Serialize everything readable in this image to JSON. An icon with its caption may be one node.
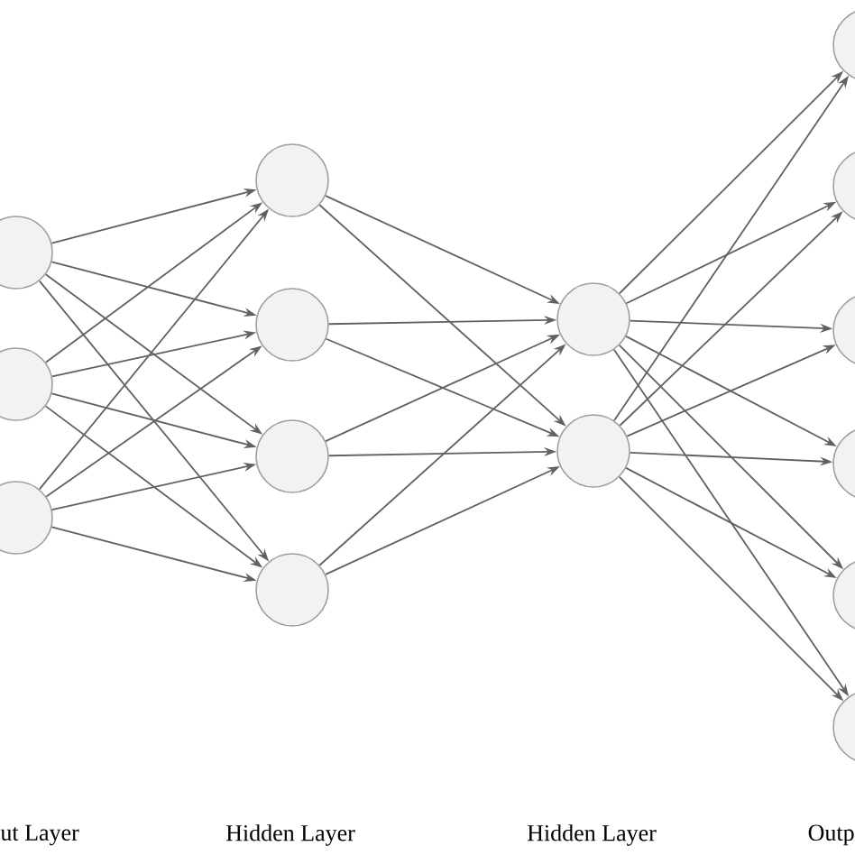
{
  "diagram": {
    "nodes": [
      {
        "text": [],
        "shape": "circle"
      },
      {
        "text": [],
        "shape": "circle"
      },
      {
        "text": [],
        "shape": "circle"
      },
      {
        "text": [],
        "shape": "circle"
      },
      {
        "text": [],
        "shape": "circle"
      },
      {
        "text": [],
        "shape": "circle"
      },
      {
        "text": [],
        "shape": "circle"
      },
      {
        "text": [],
        "shape": "circle"
      },
      {
        "text": [],
        "shape": "circle"
      },
      {
        "text": [],
        "shape": "circle"
      },
      {
        "text": [],
        "shape": "circle"
      },
      {
        "text": [],
        "shape": "circle"
      },
      {
        "text": [],
        "shape": "circle"
      },
      {
        "text": [],
        "shape": "circle"
      },
      {
        "text": [],
        "shape": "circle"
      }
    ],
    "edges": [
      {
        "from": 0,
        "to": 3,
        "arrow": "to"
      },
      {
        "from": 0,
        "to": 4,
        "arrow": "to"
      },
      {
        "from": 0,
        "to": 5,
        "arrow": "to"
      },
      {
        "from": 0,
        "to": 6,
        "arrow": "to"
      },
      {
        "from": 1,
        "to": 3,
        "arrow": "to"
      },
      {
        "from": 1,
        "to": 4,
        "arrow": "to"
      },
      {
        "from": 1,
        "to": 5,
        "arrow": "to"
      },
      {
        "from": 1,
        "to": 6,
        "arrow": "to"
      },
      {
        "from": 2,
        "to": 3,
        "arrow": "to"
      },
      {
        "from": 2,
        "to": 4,
        "arrow": "to"
      },
      {
        "from": 2,
        "to": 5,
        "arrow": "to"
      },
      {
        "from": 2,
        "to": 6,
        "arrow": "to"
      },
      {
        "from": 3,
        "to": 7,
        "arrow": "to"
      },
      {
        "from": 3,
        "to": 8,
        "arrow": "to"
      },
      {
        "from": 4,
        "to": 7,
        "arrow": "to"
      },
      {
        "from": 4,
        "to": 8,
        "arrow": "to"
      },
      {
        "from": 5,
        "to": 7,
        "arrow": "to"
      },
      {
        "from": 5,
        "to": 8,
        "arrow": "to"
      },
      {
        "from": 6,
        "to": 7,
        "arrow": "to"
      },
      {
        "from": 6,
        "to": 8,
        "arrow": "to"
      },
      {
        "from": 7,
        "to": 9,
        "arrow": "to"
      },
      {
        "from": 7,
        "to": 10,
        "arrow": "to"
      },
      {
        "from": 7,
        "to": 11,
        "arrow": "to"
      },
      {
        "from": 7,
        "to": 12,
        "arrow": "to"
      },
      {
        "from": 7,
        "to": 13,
        "arrow": "to"
      },
      {
        "from": 7,
        "to": 14,
        "arrow": "to"
      },
      {
        "from": 8,
        "to": 9,
        "arrow": "to"
      },
      {
        "from": 8,
        "to": 10,
        "arrow": "to"
      },
      {
        "from": 8,
        "to": 11,
        "arrow": "to"
      },
      {
        "from": 8,
        "to": 12,
        "arrow": "to"
      },
      {
        "from": 8,
        "to": 13,
        "arrow": "to"
      },
      {
        "from": 8,
        "to": 14,
        "arrow": "to"
      }
    ],
    "labels": [
      "ut Layer",
      "Hidden Layer",
      "Hidden Layer",
      "Outp"
    ]
  }
}
